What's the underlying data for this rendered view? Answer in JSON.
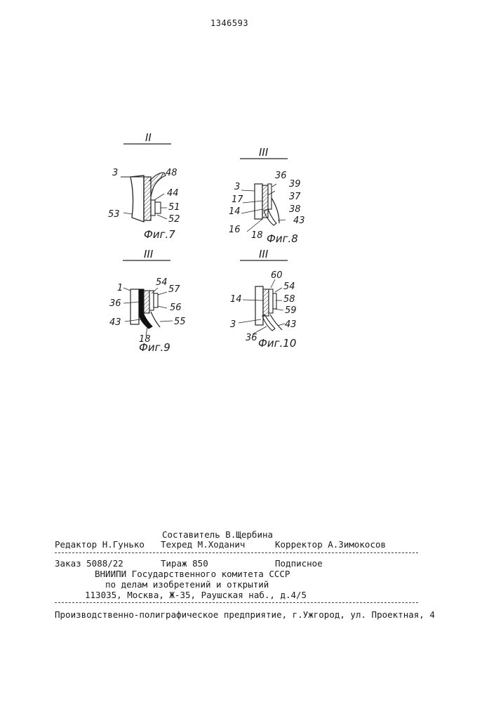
{
  "patent_number": "1346593",
  "figures": {
    "fig7": {
      "section": "II",
      "caption": "Фиг.7",
      "labels": [
        "3",
        "48",
        "44",
        "51",
        "52",
        "53"
      ]
    },
    "fig8": {
      "section": "III",
      "caption": "Фиг.8",
      "labels": [
        "36",
        "39",
        "3",
        "37",
        "17",
        "38",
        "14",
        "43",
        "16",
        "18"
      ]
    },
    "fig9": {
      "section": "III",
      "caption": "Фиг.9",
      "labels": [
        "1",
        "54",
        "57",
        "36",
        "56",
        "43",
        "55",
        "18"
      ]
    },
    "fig10": {
      "section": "III",
      "caption": "Фиг.10",
      "labels": [
        "60",
        "54",
        "14",
        "58",
        "59",
        "3",
        "43",
        "36"
      ]
    }
  },
  "imprint": {
    "composer": "Составитель В.Щербина",
    "editor": "Редактор  Н.Гунько",
    "techred": "Техред М.Ходанич",
    "corrector": "Корректор А.Зимокосов",
    "order": "Заказ 5088/22",
    "circulation": "Тираж 850",
    "subscription": "Подписное",
    "org_line1": "ВНИИПИ Государственного комитета СССР",
    "org_line2": "по делам изобретений и открытий",
    "address": "113035, Москва, Ж-35, Раушская наб., д.4/5",
    "printer": "Производственно-полиграфическое предприятие, г.Ужгород, ул. Проектная, 4"
  }
}
